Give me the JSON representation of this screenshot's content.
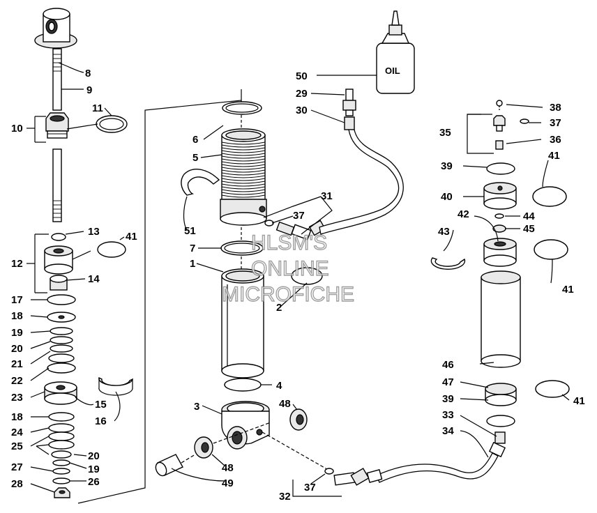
{
  "watermark": {
    "line1": "HLSM'S",
    "line2": "ONLINE",
    "line3": "MICROFICHE"
  },
  "oil_bottle_label": "OIL",
  "callouts": [
    {
      "id": "c-8",
      "text": "8"
    },
    {
      "id": "c-9",
      "text": "9"
    },
    {
      "id": "c-10",
      "text": "10"
    },
    {
      "id": "c-11",
      "text": "11"
    },
    {
      "id": "c-12",
      "text": "12"
    },
    {
      "id": "c-13",
      "text": "13"
    },
    {
      "id": "c-41a",
      "text": "41"
    },
    {
      "id": "c-14",
      "text": "14"
    },
    {
      "id": "c-17",
      "text": "17"
    },
    {
      "id": "c-18a",
      "text": "18"
    },
    {
      "id": "c-19a",
      "text": "19"
    },
    {
      "id": "c-20a",
      "text": "20"
    },
    {
      "id": "c-21",
      "text": "21"
    },
    {
      "id": "c-22",
      "text": "22"
    },
    {
      "id": "c-23",
      "text": "23"
    },
    {
      "id": "c-15",
      "text": "15"
    },
    {
      "id": "c-16",
      "text": "16"
    },
    {
      "id": "c-18b",
      "text": "18"
    },
    {
      "id": "c-24",
      "text": "24"
    },
    {
      "id": "c-25",
      "text": "25"
    },
    {
      "id": "c-20b",
      "text": "20"
    },
    {
      "id": "c-27",
      "text": "27"
    },
    {
      "id": "c-19b",
      "text": "19"
    },
    {
      "id": "c-26",
      "text": "26"
    },
    {
      "id": "c-28",
      "text": "28"
    },
    {
      "id": "c-6",
      "text": "6"
    },
    {
      "id": "c-5",
      "text": "5"
    },
    {
      "id": "c-51",
      "text": "51"
    },
    {
      "id": "c-7",
      "text": "7"
    },
    {
      "id": "c-1",
      "text": "1"
    },
    {
      "id": "c-2",
      "text": "2"
    },
    {
      "id": "c-4",
      "text": "4"
    },
    {
      "id": "c-3",
      "text": "3"
    },
    {
      "id": "c-48a",
      "text": "48"
    },
    {
      "id": "c-48b",
      "text": "48"
    },
    {
      "id": "c-49",
      "text": "49"
    },
    {
      "id": "c-37a",
      "text": "37"
    },
    {
      "id": "c-31",
      "text": "31"
    },
    {
      "id": "c-50",
      "text": "50"
    },
    {
      "id": "c-29",
      "text": "29"
    },
    {
      "id": "c-30",
      "text": "30"
    },
    {
      "id": "c-32",
      "text": "32"
    },
    {
      "id": "c-37b",
      "text": "37"
    },
    {
      "id": "c-38",
      "text": "38"
    },
    {
      "id": "c-37c",
      "text": "37"
    },
    {
      "id": "c-35",
      "text": "35"
    },
    {
      "id": "c-36",
      "text": "36"
    },
    {
      "id": "c-39a",
      "text": "39"
    },
    {
      "id": "c-41b",
      "text": "41"
    },
    {
      "id": "c-40",
      "text": "40"
    },
    {
      "id": "c-42",
      "text": "42"
    },
    {
      "id": "c-44",
      "text": "44"
    },
    {
      "id": "c-43",
      "text": "43"
    },
    {
      "id": "c-45",
      "text": "45"
    },
    {
      "id": "c-41c",
      "text": "41"
    },
    {
      "id": "c-46",
      "text": "46"
    },
    {
      "id": "c-47",
      "text": "47"
    },
    {
      "id": "c-39b",
      "text": "39"
    },
    {
      "id": "c-41d",
      "text": "41"
    },
    {
      "id": "c-33",
      "text": "33"
    },
    {
      "id": "c-34",
      "text": "34"
    }
  ]
}
